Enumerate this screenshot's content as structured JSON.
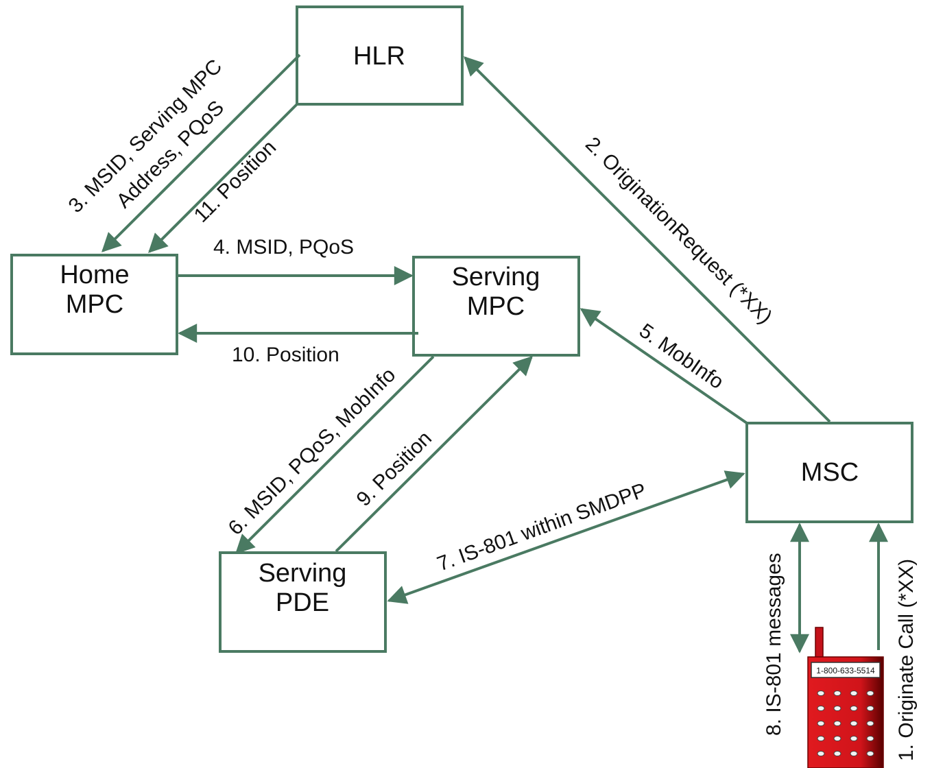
{
  "colors": {
    "line": "#4a7a62",
    "phone_body": "#d8141a",
    "phone_dark": "#6b0000"
  },
  "nodes": {
    "hlr": "HLR",
    "home_mpc": [
      "Home",
      "MPC"
    ],
    "serving_mpc": [
      "Serving",
      "MPC"
    ],
    "msc": "MSC",
    "serving_pde": [
      "Serving",
      "PDE"
    ]
  },
  "edges": {
    "e1": "1. Originate Call (*XX)",
    "e2": "2. OriginationRequest (*XX)",
    "e3a": "3. MSID, Serving MPC",
    "e3b": "Address, PQoS",
    "e4": "4. MSID, PQoS",
    "e5": "5. MobInfo",
    "e6": "6. MSID, PQoS, MobInfo",
    "e7": "7. IS-801 within SMDPP",
    "e8": "8. IS-801 messages",
    "e9": "9. Position",
    "e10": "10. Position",
    "e11": "11. Position"
  },
  "phone": {
    "number": "1-800-633-5514",
    "icon": "mobile-phone-icon"
  }
}
